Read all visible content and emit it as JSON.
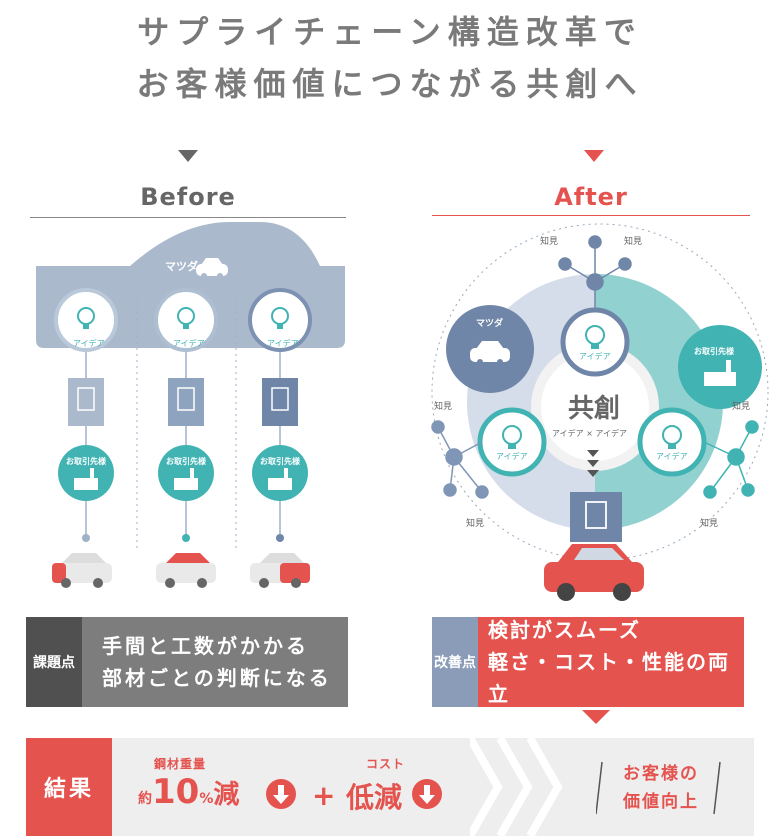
{
  "title": {
    "line1": "サプライチェーン構造改革で",
    "line2": "お客様価値につながる共創へ"
  },
  "before": {
    "heading": "Before",
    "mazda_label": "マツダ",
    "idea_label": "アイデア",
    "supplier_label": "お取引先様",
    "issue": {
      "tag": "課題点",
      "line1": "手間と工数がかかる",
      "line2": "部材ごとの判断になる"
    }
  },
  "after": {
    "heading": "After",
    "mazda_label": "マツダ",
    "supplier_label": "お取引先様",
    "center_title": "共創",
    "center_sub": "アイデア × アイデア",
    "idea_label": "アイデア",
    "knowledge_label": "知見",
    "improve": {
      "tag": "改善点",
      "line1": "検討がスムーズ",
      "line2": "軽さ・コスト・性能の両立"
    }
  },
  "result": {
    "tag": "結果",
    "steel_label": "鋼材重量",
    "approx": "約",
    "percent": "10",
    "percent_unit": "%",
    "reduce": "減",
    "plus": "+",
    "cost_label": "コスト",
    "cost_value": "低減",
    "value_line1": "お客様の",
    "value_line2": "価値向上"
  },
  "colors": {
    "gray_text": "#7a7a7a",
    "red": "#e5534f",
    "teal": "#41b3b3",
    "blue_gray": "#9fb2c8",
    "dark_blue": "#6f86a8",
    "dark_gray": "#555555"
  }
}
